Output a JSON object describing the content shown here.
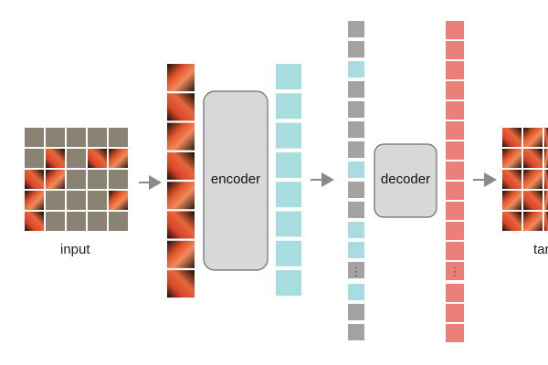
{
  "labels": {
    "input": "input",
    "encoder": "encoder",
    "decoder": "decoder",
    "target": "target"
  },
  "colors": {
    "masked_patch": "#8a8373",
    "visible_token": "#a8dde0",
    "mask_token": "#a3a3a3",
    "output_token": "#ea8078",
    "box_fill": "#d7d9d9",
    "box_stroke": "#6b6b6b",
    "arrow": "#8a8a8a",
    "ellipsis": "#555555"
  },
  "grid": {
    "rows": 5,
    "cols": 5,
    "visible_cells": [
      [
        1,
        1
      ],
      [
        1,
        3
      ],
      [
        1,
        4
      ],
      [
        2,
        0
      ],
      [
        2,
        1
      ],
      [
        3,
        0
      ],
      [
        3,
        4
      ],
      [
        4,
        0
      ]
    ]
  },
  "sequence": {
    "pattern_top": [
      "mask",
      "mask",
      "visible",
      "mask",
      "mask",
      "mask",
      "mask",
      "visible",
      "mask",
      "mask",
      "visible",
      "visible",
      "mask"
    ],
    "pattern_bottom": [
      "visible",
      "mask",
      "mask"
    ],
    "ellipsis": "⋮"
  }
}
